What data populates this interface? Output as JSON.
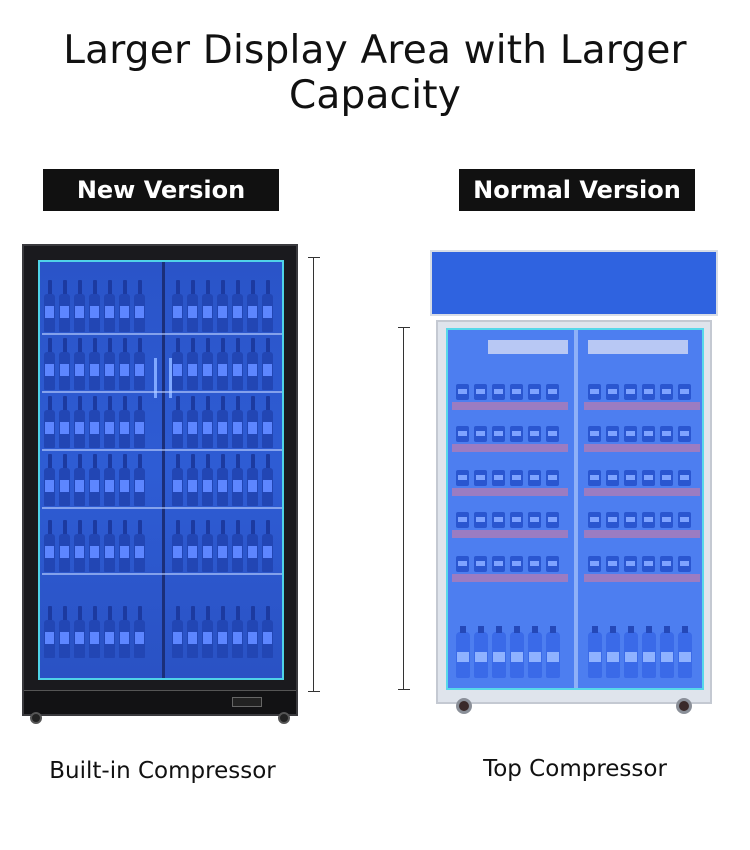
{
  "headline": "Larger Display Area with Larger Capacity",
  "left": {
    "label": "New Version",
    "caption": "Built-in Compressor"
  },
  "right": {
    "label": "Normal Version",
    "caption": "Top Compressor"
  },
  "colors": {
    "label_bg": "#111111",
    "glass_blue": "#2e5cd4",
    "glass_outline": "#4fd3e8",
    "top_box_blue": "#2f63e0"
  }
}
